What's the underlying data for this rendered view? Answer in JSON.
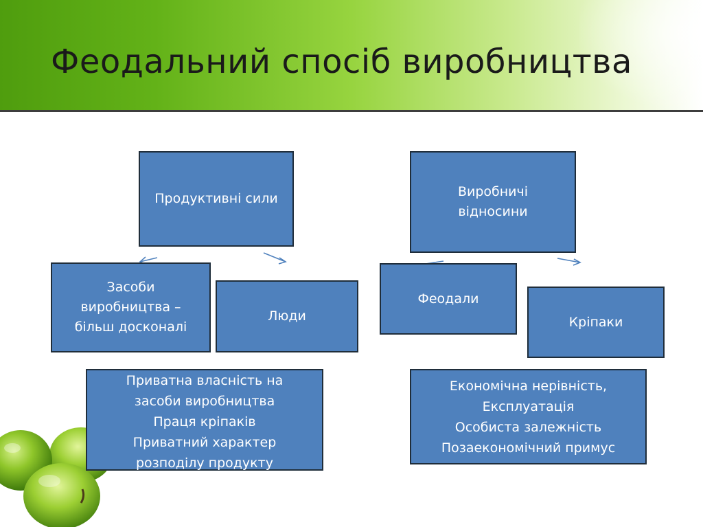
{
  "slide": {
    "title": "Феодальний спосіб виробництва"
  },
  "diagram": {
    "productive_forces": "Продуктивні сили",
    "production_relations": "Виробничі\nвідносини",
    "means_of_production": "Засоби\nвиробництва –\nбільш досконалі",
    "people": "Люди",
    "feudal_lords": "Феодали",
    "serfs": "Кріпаки",
    "left_summary": "Приватна власність на\nзасоби виробництва\nПраця кріпаків\nПриватний характер\nрозподілу продукту",
    "right_summary": "Економічна нерівність,\nЕксплуатація\nОсобиста залежність\nПозаекономічний примус"
  },
  "colors": {
    "box_fill": "#4f81bd",
    "box_border": "#1f2d3a",
    "header_green": "#63b218"
  }
}
